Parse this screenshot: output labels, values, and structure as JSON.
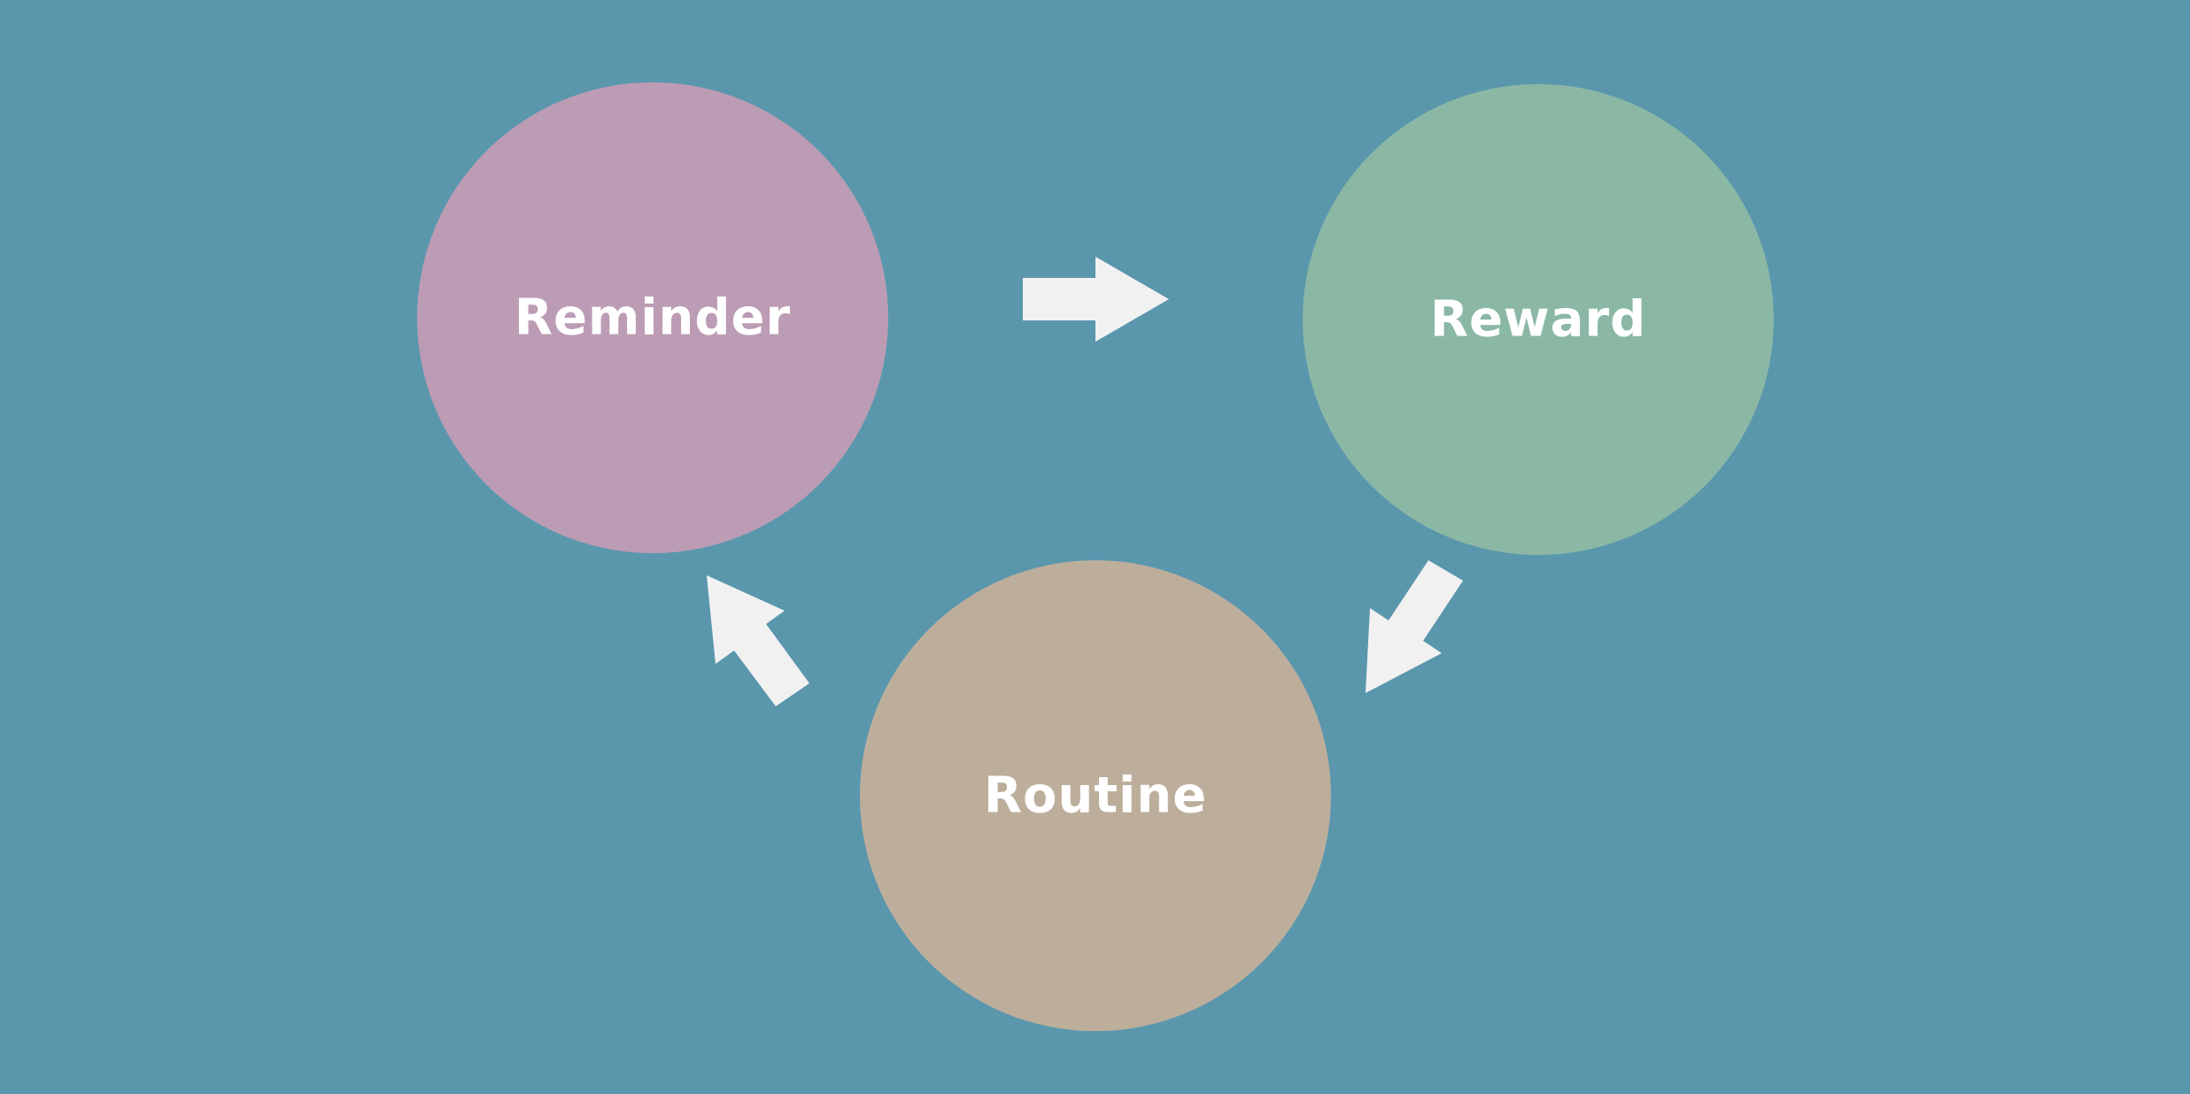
{
  "colors": {
    "background": "#5a97ad",
    "arrow": "#f2f1f2",
    "label": "#ffffff"
  },
  "nodes": [
    {
      "id": "reminder",
      "label": "Reminder",
      "color": "#bc9cb4"
    },
    {
      "id": "reward",
      "label": "Reward",
      "color": "#8bb8a5"
    },
    {
      "id": "routine",
      "label": "Routine",
      "color": "#bdae9c"
    }
  ],
  "arrows": [
    {
      "from": "reminder",
      "to": "reward"
    },
    {
      "from": "reward",
      "to": "routine"
    },
    {
      "from": "routine",
      "to": "reminder"
    }
  ]
}
